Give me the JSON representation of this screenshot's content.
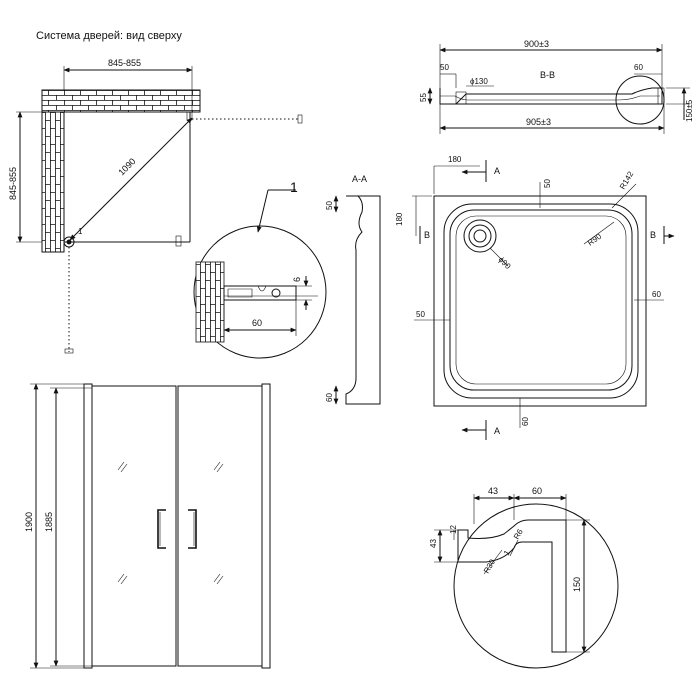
{
  "caption": "Система дверей: вид сверху",
  "top_view": {
    "width_dim": "845-855",
    "height_dim": "845-855",
    "diagonal_dim": "1090",
    "callout": "1"
  },
  "detail_1": {
    "callout": "1",
    "width_dim": "60",
    "gap_dim": "6"
  },
  "front_view": {
    "total_height": "1900",
    "glass_height": "1885"
  },
  "section_bb": {
    "title": "B-B",
    "top_width": "900±3",
    "bottom_width": "905±3",
    "left_lip": "50",
    "right_lip": "60",
    "left_height": "55",
    "drain_dia": "ϕ130",
    "right_height": "150±5"
  },
  "section_aa": {
    "title": "A-A",
    "top_dim": "50",
    "bottom_dim": "60"
  },
  "tray_plan": {
    "section_a": "A",
    "section_b": "B",
    "offset_x": "180",
    "offset_y": "180",
    "top_border": "50",
    "left_border": "50",
    "right_border": "60",
    "bottom_border": "60",
    "outer_radius": "R142",
    "inner_radius": "R90",
    "drain_dia": "ϕ90"
  },
  "edge_detail": {
    "left_width": "43",
    "right_width": "60",
    "left_height": "43",
    "lip": "12",
    "radius_small": "R6",
    "radius_large": "R30",
    "thickness": "1",
    "height": "150"
  }
}
